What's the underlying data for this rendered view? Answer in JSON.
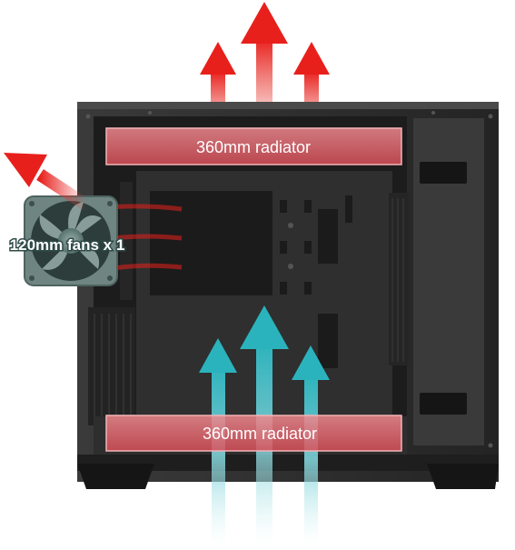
{
  "labels": {
    "top_radiator": "360mm radiator",
    "bottom_radiator": "360mm radiator",
    "rear_fan": "120mm fans x 1"
  },
  "colors": {
    "exhaust_arrow": "#e8201c",
    "intake_arrow": "#2bb3bd",
    "radiator_band": "#e6606a",
    "case_body": "#2a2a2a",
    "fan_frame": "#6f8582"
  },
  "icons": {
    "exhaust": "arrow-up-red-icon",
    "intake": "arrow-up-teal-icon",
    "rear_exhaust": "arrow-diagonal-red-icon",
    "fan": "fan-icon"
  }
}
